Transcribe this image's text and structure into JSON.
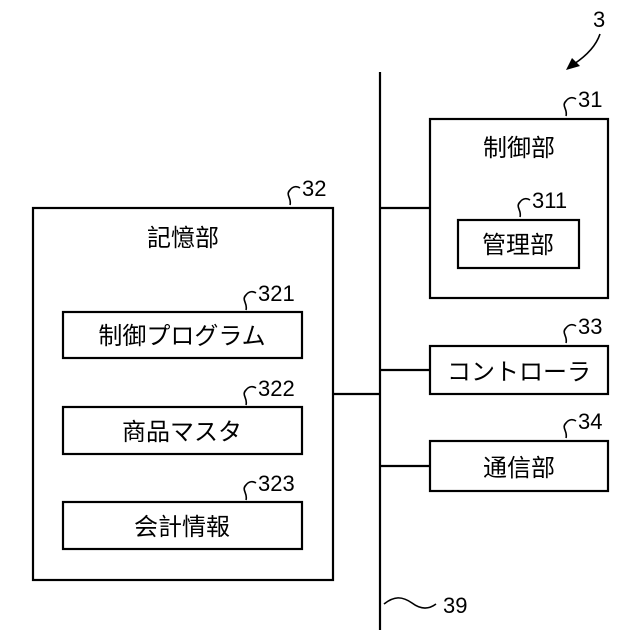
{
  "diagram": {
    "ref_device": "3",
    "bus": {
      "ref": "39"
    },
    "storage": {
      "ref": "32",
      "label": "記憶部",
      "items": [
        {
          "ref": "321",
          "label": "制御プログラム"
        },
        {
          "ref": "322",
          "label": "商品マスタ"
        },
        {
          "ref": "323",
          "label": "会計情報"
        }
      ]
    },
    "control": {
      "ref": "31",
      "label": "制御部",
      "sub": {
        "ref": "311",
        "label": "管理部"
      }
    },
    "controller": {
      "ref": "33",
      "label": "コントローラ"
    },
    "comm": {
      "ref": "34",
      "label": "通信部"
    }
  }
}
